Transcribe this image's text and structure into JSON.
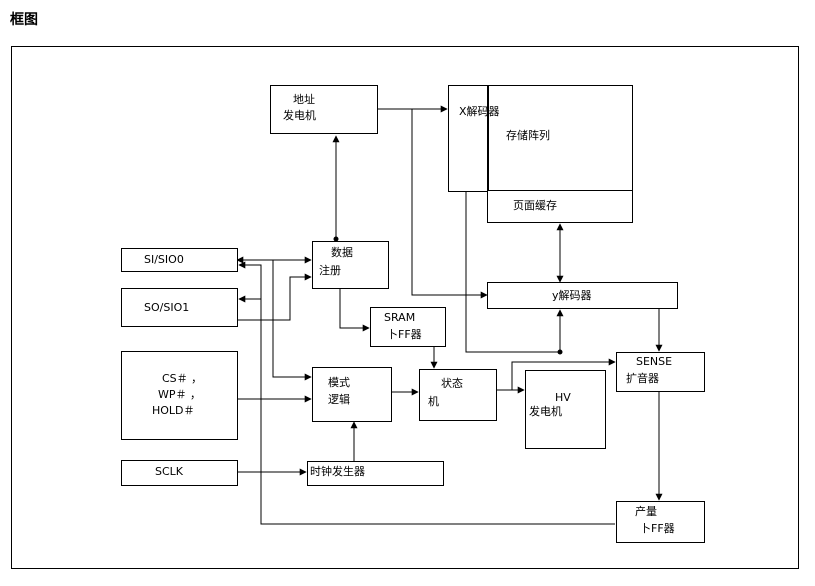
{
  "title": "框图",
  "blocks": {
    "addr_gen": {
      "line1": "地址",
      "line2": "发电机"
    },
    "x_decoder": {
      "label": "X解码器"
    },
    "memory_array": {
      "label": "存储阵列"
    },
    "page_buffer": {
      "label": "页面缓存"
    },
    "si_sio0": {
      "label": "SI/SIO0"
    },
    "so_sio1": {
      "label": "SO/SIO1"
    },
    "data_reg": {
      "line1": "数据",
      "line2": "注册"
    },
    "y_decoder": {
      "label": "y解码器"
    },
    "sram_ff": {
      "line1": "SRAM",
      "line2": "卜FF器"
    },
    "cs_wp_hold": {
      "line1": "CS＃  ，",
      "line2": "WP＃  ，",
      "line3": "HOLD＃"
    },
    "mode_logic": {
      "line1": "模式",
      "line2": "逻辑"
    },
    "state_machine": {
      "line1": "状态",
      "line2": "机"
    },
    "hv_gen": {
      "line1": "HV",
      "line2": "发电机"
    },
    "sense_amp": {
      "line1": "SENSE",
      "line2": "扩音器"
    },
    "sclk": {
      "label": "SCLK"
    },
    "clock_gen": {
      "label": "时钟发生器"
    },
    "output_ff": {
      "line1": "产量",
      "line2": "卜FF器"
    }
  }
}
